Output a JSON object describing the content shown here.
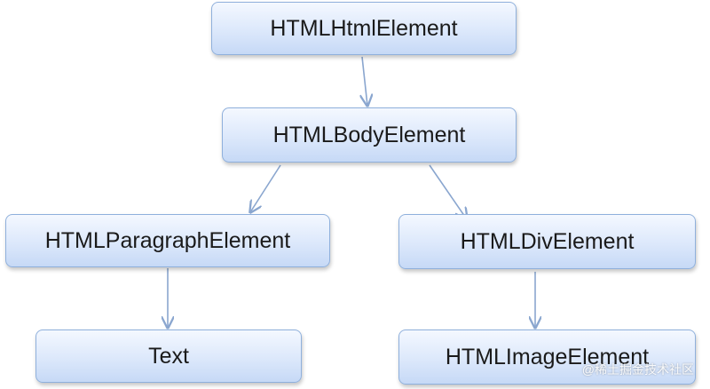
{
  "nodes": {
    "html": "HTMLHtmlElement",
    "body": "HTMLBodyElement",
    "paragraph": "HTMLParagraphElement",
    "div": "HTMLDivElement",
    "text": "Text",
    "image": "HTMLImageElement"
  },
  "watermark": "@稀土掘金技术社区",
  "colors": {
    "node_border": "#8fb0dc",
    "node_fill_top": "#f4f8ff",
    "node_fill_bottom": "#c6d9f6",
    "arrow": "#8aa6cf"
  }
}
